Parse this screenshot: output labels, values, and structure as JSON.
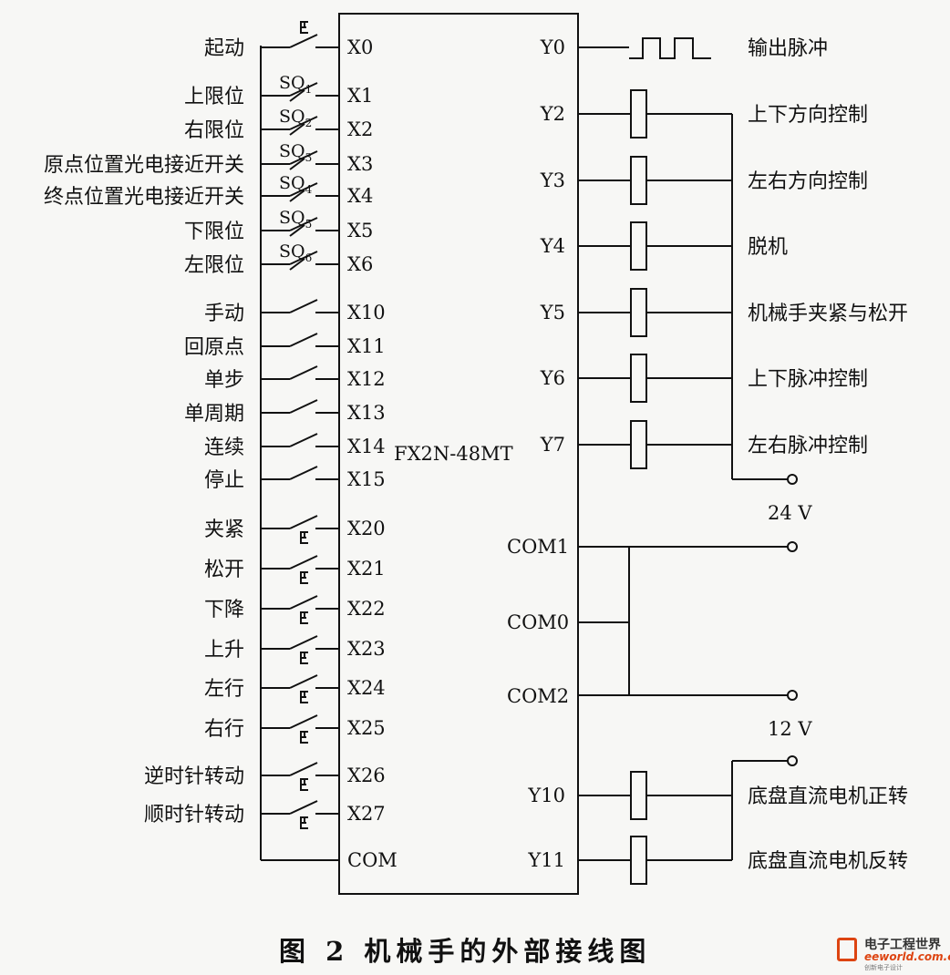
{
  "plc": {
    "model": "FX2N-48MT"
  },
  "inputs": [
    {
      "pin": "X0",
      "label": "起动",
      "contact": "no-push"
    },
    {
      "pin": "X1",
      "label": "上限位",
      "contact": "sensor",
      "sq": "SQ",
      "sub": "1"
    },
    {
      "pin": "X2",
      "label": "右限位",
      "contact": "sensor",
      "sq": "SQ",
      "sub": "2"
    },
    {
      "pin": "X3",
      "label": "原点位置光电接近开关",
      "contact": "sensor",
      "sq": "SQ",
      "sub": "3"
    },
    {
      "pin": "X4",
      "label": "终点位置光电接近开关",
      "contact": "sensor",
      "sq": "SQ",
      "sub": "4"
    },
    {
      "pin": "X5",
      "label": "下限位",
      "contact": "sensor",
      "sq": "SQ",
      "sub": "5"
    },
    {
      "pin": "X6",
      "label": "左限位",
      "contact": "sensor",
      "sq": "SQ",
      "sub": "6"
    },
    {
      "pin": "X10",
      "label": "手动",
      "contact": "switch"
    },
    {
      "pin": "X11",
      "label": "回原点",
      "contact": "switch"
    },
    {
      "pin": "X12",
      "label": "单步",
      "contact": "switch"
    },
    {
      "pin": "X13",
      "label": "单周期",
      "contact": "switch"
    },
    {
      "pin": "X14",
      "label": "连续",
      "contact": "switch"
    },
    {
      "pin": "X15",
      "label": "停止",
      "contact": "switch"
    },
    {
      "pin": "X20",
      "label": "夹紧",
      "contact": "push"
    },
    {
      "pin": "X21",
      "label": "松开",
      "contact": "push"
    },
    {
      "pin": "X22",
      "label": "下降",
      "contact": "push"
    },
    {
      "pin": "X23",
      "label": "上升",
      "contact": "push"
    },
    {
      "pin": "X24",
      "label": "左行",
      "contact": "push"
    },
    {
      "pin": "X25",
      "label": "右行",
      "contact": "push"
    },
    {
      "pin": "X26",
      "label": "逆时针转动",
      "contact": "push"
    },
    {
      "pin": "X27",
      "label": "顺时针转动",
      "contact": "push"
    },
    {
      "pin": "COM",
      "label": "",
      "contact": "common"
    }
  ],
  "outputs": [
    {
      "pin": "Y0",
      "label": "输出脉冲",
      "load": "pulse"
    },
    {
      "pin": "Y2",
      "label": "上下方向控制",
      "load": "coil"
    },
    {
      "pin": "Y3",
      "label": "左右方向控制",
      "load": "coil"
    },
    {
      "pin": "Y4",
      "label": "脱机",
      "load": "coil"
    },
    {
      "pin": "Y5",
      "label": "机械手夹紧与松开",
      "load": "coil"
    },
    {
      "pin": "Y6",
      "label": "上下脉冲控制",
      "load": "coil"
    },
    {
      "pin": "Y7",
      "label": "左右脉冲控制",
      "load": "coil"
    },
    {
      "pin": "Y10",
      "label": "底盘直流电机正转",
      "load": "coil"
    },
    {
      "pin": "Y11",
      "label": "底盘直流电机反转",
      "load": "coil"
    }
  ],
  "commons": [
    "COM1",
    "COM0",
    "COM2"
  ],
  "supplies": [
    "24 V",
    "12 V"
  ],
  "caption": "图 2   机械手的外部接线图",
  "watermark": {
    "line1": "电子工程世界",
    "line2": "eeworld.com.cn",
    "line3": "创新电子设计"
  }
}
